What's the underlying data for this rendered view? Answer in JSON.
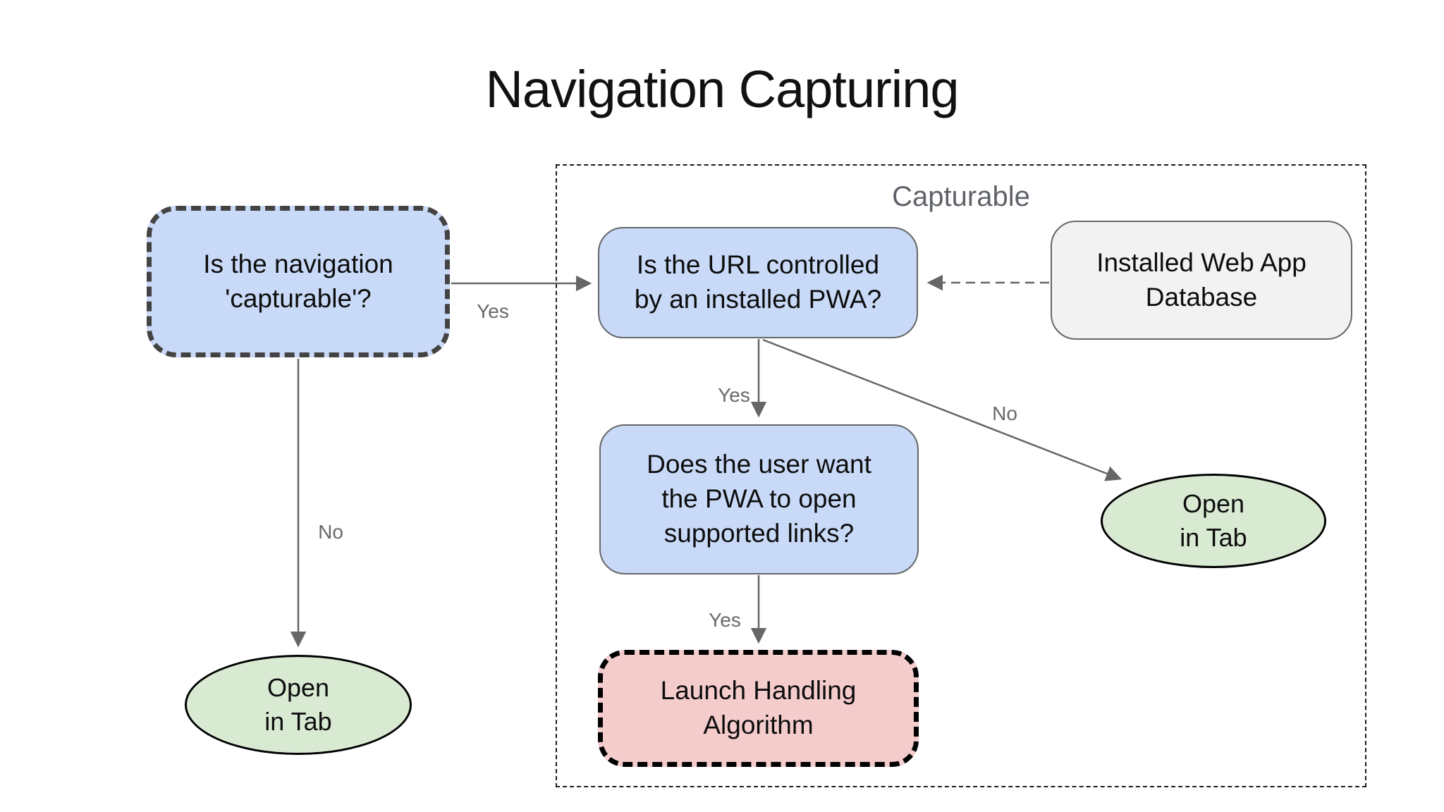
{
  "title": "Navigation Capturing",
  "group": {
    "label": "Capturable"
  },
  "nodes": {
    "capturable_question": "Is the navigation\n'capturable'?",
    "url_controlled": "Is the URL controlled\nby an installed PWA?",
    "installed_db": "Installed Web App\nDatabase",
    "user_wants": "Does the user want\nthe PWA to open\nsupported links?",
    "launch_handling": "Launch Handling\nAlgorithm",
    "open_in_tab_left": "Open\nin Tab",
    "open_in_tab_right": "Open\nin Tab"
  },
  "edge_labels": {
    "capturable_yes": "Yes",
    "capturable_no": "No",
    "url_yes": "Yes",
    "url_no": "No",
    "user_yes": "Yes"
  },
  "colors": {
    "question_blue": "#c9daf8",
    "terminal_green": "#d9ead3",
    "algorithm_pink": "#f4cccc",
    "database_gray": "#f2f2f2",
    "arrow_gray": "#666666",
    "dashed_dark_gray": "#434343",
    "label_gray": "#696969",
    "group_label_gray": "#5f6368"
  }
}
